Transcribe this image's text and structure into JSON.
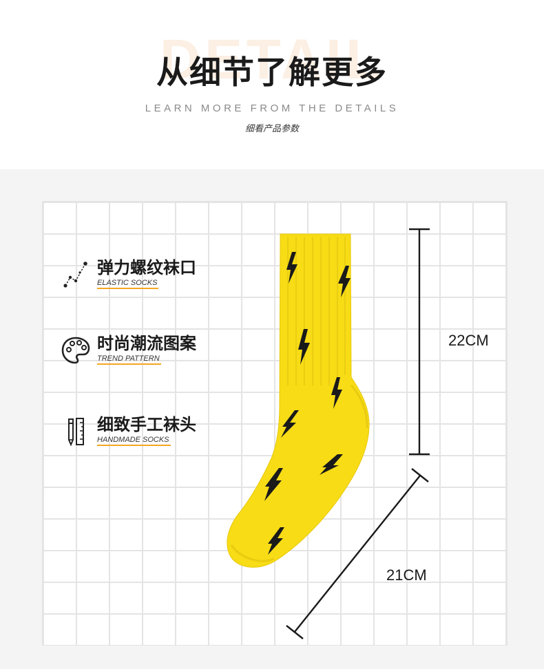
{
  "header": {
    "watermark": "DETAIL",
    "title": "从细节了解更多",
    "subtitle": "LEARN MORE FROM THE DETAILS",
    "caption": "细看产品参数"
  },
  "features": [
    {
      "name": "弹力螺纹袜口",
      "sub": "ELASTIC SOCKS",
      "icon": "constellation-icon"
    },
    {
      "name": "时尚潮流图案",
      "sub": "TREND PATTERN",
      "icon": "palette-icon"
    },
    {
      "name": "细致手工袜头",
      "sub": "HANDMADE SOCKS",
      "icon": "pencil-ruler-icon"
    }
  ],
  "measurements": {
    "height": "22CM",
    "length": "21CM"
  },
  "colors": {
    "accent": "#f5a623",
    "sock": "#f7dc16",
    "bolt": "#1a1a1a",
    "grid": "#e4e4e4"
  }
}
